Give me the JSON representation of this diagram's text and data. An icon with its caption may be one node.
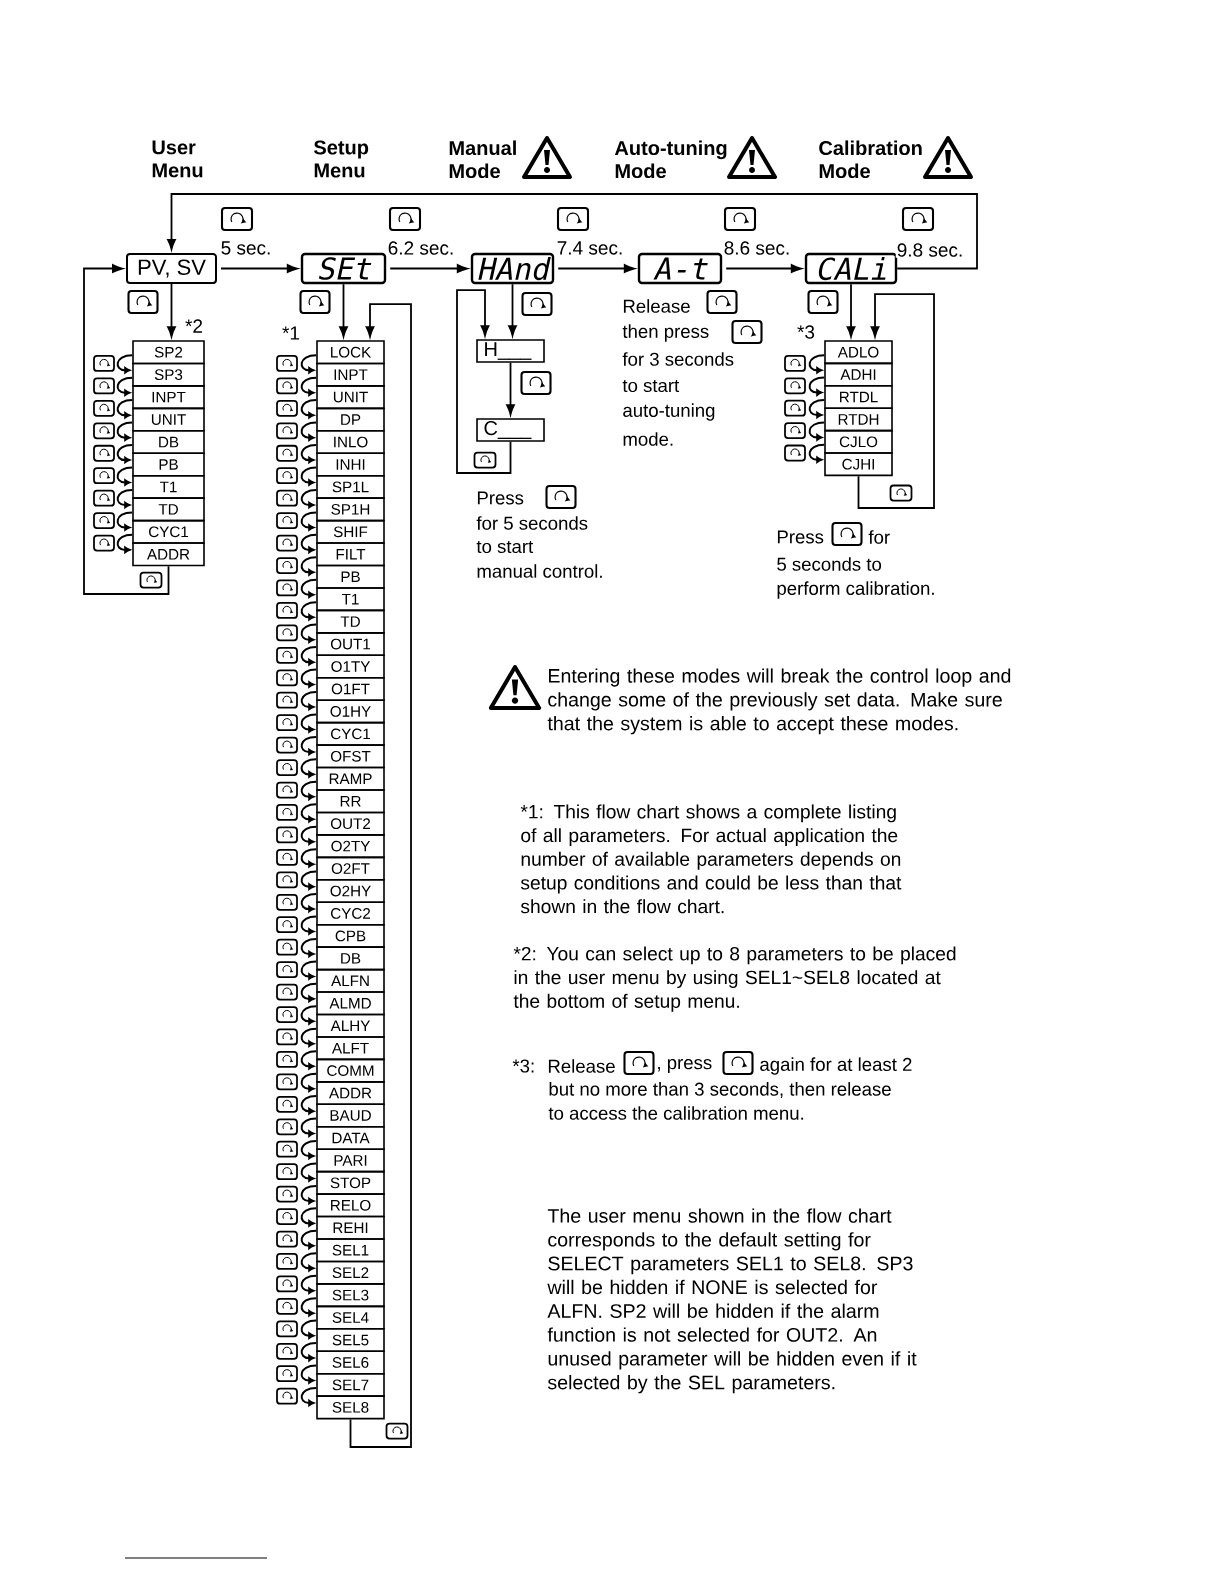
{
  "diagram": {
    "nodes": [
      {
        "text": [
          "PV, SV"
        ]
      },
      {
        "text": [
          "SEt"
        ]
      },
      {
        "text": [
          "HAnd"
        ]
      },
      {
        "text": [
          "A-t"
        ]
      },
      {
        "text": [
          "CALi"
        ]
      },
      {
        "text": [
          "SP2"
        ]
      },
      {
        "text": [
          "SP3"
        ]
      },
      {
        "text": [
          "INPT"
        ]
      },
      {
        "text": [
          "UNIT"
        ]
      },
      {
        "text": [
          "DB"
        ]
      },
      {
        "text": [
          "PB"
        ]
      },
      {
        "text": [
          "T1"
        ]
      },
      {
        "text": [
          "TD"
        ]
      },
      {
        "text": [
          "CYC1"
        ]
      },
      {
        "text": [
          "ADDR"
        ]
      },
      {
        "text": [
          "LOCK"
        ]
      },
      {
        "text": [
          "INPT"
        ]
      },
      {
        "text": [
          "UNIT"
        ]
      },
      {
        "text": [
          "DP"
        ]
      },
      {
        "text": [
          "INLO"
        ]
      },
      {
        "text": [
          "INHI"
        ]
      },
      {
        "text": [
          "SP1L"
        ]
      },
      {
        "text": [
          "SP1H"
        ]
      },
      {
        "text": [
          "SHIF"
        ]
      },
      {
        "text": [
          "FILT"
        ]
      },
      {
        "text": [
          "PB"
        ]
      },
      {
        "text": [
          "T1"
        ]
      },
      {
        "text": [
          "TD"
        ]
      },
      {
        "text": [
          "OUT1"
        ]
      },
      {
        "text": [
          "O1TY"
        ]
      },
      {
        "text": [
          "O1FT"
        ]
      },
      {
        "text": [
          "O1HY"
        ]
      },
      {
        "text": [
          "CYC1"
        ]
      },
      {
        "text": [
          "OFST"
        ]
      },
      {
        "text": [
          "RAMP"
        ]
      },
      {
        "text": [
          "RR"
        ]
      },
      {
        "text": [
          "OUT2"
        ]
      },
      {
        "text": [
          "O2TY"
        ]
      },
      {
        "text": [
          "O2FT"
        ]
      },
      {
        "text": [
          "O2HY"
        ]
      },
      {
        "text": [
          "CYC2"
        ]
      },
      {
        "text": [
          "CPB"
        ]
      },
      {
        "text": [
          "DB"
        ]
      },
      {
        "text": [
          "ALFN"
        ]
      },
      {
        "text": [
          "ALMD"
        ]
      },
      {
        "text": [
          "ALHY"
        ]
      },
      {
        "text": [
          "ALFT"
        ]
      },
      {
        "text": [
          "COMM"
        ]
      },
      {
        "text": [
          "ADDR"
        ]
      },
      {
        "text": [
          "BAUD"
        ]
      },
      {
        "text": [
          "DATA"
        ]
      },
      {
        "text": [
          "PARI"
        ]
      },
      {
        "text": [
          "STOP"
        ]
      },
      {
        "text": [
          "RELO"
        ]
      },
      {
        "text": [
          "REHI"
        ]
      },
      {
        "text": [
          "SEL1"
        ]
      },
      {
        "text": [
          "SEL2"
        ]
      },
      {
        "text": [
          "SEL3"
        ]
      },
      {
        "text": [
          "SEL4"
        ]
      },
      {
        "text": [
          "SEL5"
        ]
      },
      {
        "text": [
          "SEL6"
        ]
      },
      {
        "text": [
          "SEL7"
        ]
      },
      {
        "text": [
          "SEL8"
        ]
      },
      {
        "text": [
          "H___"
        ]
      },
      {
        "text": [
          "C___"
        ]
      },
      {
        "text": [
          "ADLO"
        ]
      },
      {
        "text": [
          "ADHI"
        ]
      },
      {
        "text": [
          "RTDL"
        ]
      },
      {
        "text": [
          "RTDH"
        ]
      },
      {
        "text": [
          "CJLO"
        ]
      },
      {
        "text": [
          "CJHI"
        ]
      }
    ],
    "edges": [
      {
        "from": 0,
        "to": 1,
        "arrow": "to",
        "label": "5 sec."
      },
      {
        "from": 1,
        "to": 2,
        "arrow": "to",
        "label": "6.2 sec."
      },
      {
        "from": 2,
        "to": 3,
        "arrow": "to",
        "label": "7.4 sec."
      },
      {
        "from": 3,
        "to": 4,
        "arrow": "to",
        "label": "8.6 sec."
      },
      {
        "from": 4,
        "to": 0,
        "arrow": "to",
        "label": "9.8 sec."
      },
      {
        "from": 0,
        "to": 5,
        "arrow": "to"
      },
      {
        "from": 14,
        "to": 0,
        "arrow": "to"
      },
      {
        "from": 1,
        "to": 15,
        "arrow": "to"
      },
      {
        "from": 62,
        "to": 15,
        "arrow": "to"
      },
      {
        "from": 2,
        "to": 63,
        "arrow": "to"
      },
      {
        "from": 63,
        "to": 64,
        "arrow": "to"
      },
      {
        "from": 64,
        "to": 63,
        "arrow": "to"
      },
      {
        "from": 4,
        "to": 65,
        "arrow": "to"
      },
      {
        "from": 70,
        "to": 65,
        "arrow": "to"
      },
      {
        "from": 5,
        "to": 6,
        "arrow": "to"
      },
      {
        "from": 6,
        "to": 7,
        "arrow": "to"
      },
      {
        "from": 7,
        "to": 8,
        "arrow": "to"
      },
      {
        "from": 8,
        "to": 9,
        "arrow": "to"
      },
      {
        "from": 9,
        "to": 10,
        "arrow": "to"
      },
      {
        "from": 10,
        "to": 11,
        "arrow": "to"
      },
      {
        "from": 11,
        "to": 12,
        "arrow": "to"
      },
      {
        "from": 12,
        "to": 13,
        "arrow": "to"
      },
      {
        "from": 13,
        "to": 14,
        "arrow": "to"
      },
      {
        "from": 15,
        "to": 16,
        "arrow": "to"
      },
      {
        "from": 16,
        "to": 17,
        "arrow": "to"
      },
      {
        "from": 17,
        "to": 18,
        "arrow": "to"
      },
      {
        "from": 18,
        "to": 19,
        "arrow": "to"
      },
      {
        "from": 19,
        "to": 20,
        "arrow": "to"
      },
      {
        "from": 20,
        "to": 21,
        "arrow": "to"
      },
      {
        "from": 21,
        "to": 22,
        "arrow": "to"
      },
      {
        "from": 22,
        "to": 23,
        "arrow": "to"
      },
      {
        "from": 23,
        "to": 24,
        "arrow": "to"
      },
      {
        "from": 24,
        "to": 25,
        "arrow": "to"
      },
      {
        "from": 25,
        "to": 26,
        "arrow": "to"
      },
      {
        "from": 26,
        "to": 27,
        "arrow": "to"
      },
      {
        "from": 27,
        "to": 28,
        "arrow": "to"
      },
      {
        "from": 28,
        "to": 29,
        "arrow": "to"
      },
      {
        "from": 29,
        "to": 30,
        "arrow": "to"
      },
      {
        "from": 30,
        "to": 31,
        "arrow": "to"
      },
      {
        "from": 31,
        "to": 32,
        "arrow": "to"
      },
      {
        "from": 32,
        "to": 33,
        "arrow": "to"
      },
      {
        "from": 33,
        "to": 34,
        "arrow": "to"
      },
      {
        "from": 34,
        "to": 35,
        "arrow": "to"
      },
      {
        "from": 35,
        "to": 36,
        "arrow": "to"
      },
      {
        "from": 36,
        "to": 37,
        "arrow": "to"
      },
      {
        "from": 37,
        "to": 38,
        "arrow": "to"
      },
      {
        "from": 38,
        "to": 39,
        "arrow": "to"
      },
      {
        "from": 39,
        "to": 40,
        "arrow": "to"
      },
      {
        "from": 40,
        "to": 41,
        "arrow": "to"
      },
      {
        "from": 41,
        "to": 42,
        "arrow": "to"
      },
      {
        "from": 42,
        "to": 43,
        "arrow": "to"
      },
      {
        "from": 43,
        "to": 44,
        "arrow": "to"
      },
      {
        "from": 44,
        "to": 45,
        "arrow": "to"
      },
      {
        "from": 45,
        "to": 46,
        "arrow": "to"
      },
      {
        "from": 46,
        "to": 47,
        "arrow": "to"
      },
      {
        "from": 47,
        "to": 48,
        "arrow": "to"
      },
      {
        "from": 48,
        "to": 49,
        "arrow": "to"
      },
      {
        "from": 49,
        "to": 50,
        "arrow": "to"
      },
      {
        "from": 50,
        "to": 51,
        "arrow": "to"
      },
      {
        "from": 51,
        "to": 52,
        "arrow": "to"
      },
      {
        "from": 52,
        "to": 53,
        "arrow": "to"
      },
      {
        "from": 53,
        "to": 54,
        "arrow": "to"
      },
      {
        "from": 54,
        "to": 55,
        "arrow": "to"
      },
      {
        "from": 55,
        "to": 56,
        "arrow": "to"
      },
      {
        "from": 56,
        "to": 57,
        "arrow": "to"
      },
      {
        "from": 57,
        "to": 58,
        "arrow": "to"
      },
      {
        "from": 58,
        "to": 59,
        "arrow": "to"
      },
      {
        "from": 59,
        "to": 60,
        "arrow": "to"
      },
      {
        "from": 60,
        "to": 61,
        "arrow": "to"
      },
      {
        "from": 61,
        "to": 62,
        "arrow": "to"
      },
      {
        "from": 65,
        "to": 66,
        "arrow": "to"
      },
      {
        "from": 66,
        "to": 67,
        "arrow": "to"
      },
      {
        "from": 67,
        "to": 68,
        "arrow": "to"
      },
      {
        "from": 68,
        "to": 69,
        "arrow": "to"
      },
      {
        "from": 69,
        "to": 70,
        "arrow": "to"
      }
    ],
    "labels": [
      "User Menu",
      "Setup Menu",
      "Manual Mode",
      "Auto-tuning Mode",
      "Calibration Mode",
      "*2",
      "*1",
      "Release",
      "then press",
      "for 3 seconds",
      "to start",
      "auto-tuning",
      "mode.",
      "*3",
      "Press",
      "for 5 seconds",
      "to start",
      "manual control.",
      "Press",
      "for",
      "5 seconds to",
      "perform calibration.",
      "Entering these modes will break the control loop and change some of the previously set data. Make sure that the system is able to accept these modes.",
      "*1: This flow chart shows a complete listing of all parameters. For actual application the number of available parameters depends on setup conditions and could be less than that shown in the flow chart.",
      "*2: You can select up to 8 parameters to be placed in the user menu by using SEL1~SEL8 located at the bottom of setup menu.",
      "*3:",
      "Release",
      ", press",
      "again for at least 2",
      "but no more than 3 seconds, then release",
      "to access the calibration menu.",
      "The user menu shown in the flow chart corresponds to the default setting for SELECT parameters SEL1 to SEL8. SP3 will be hidden if NONE is selected for ALFN. SP2 will be hidden if the alarm function is not selected for OUT2. An unused parameter will be hidden even if it selected by the SEL parameters."
    ]
  }
}
